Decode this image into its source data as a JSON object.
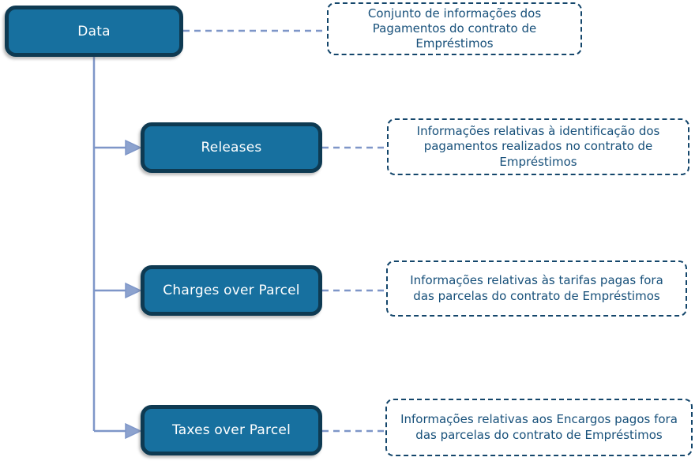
{
  "diagram": {
    "title_node": "Data",
    "nodes": [
      {
        "id": "data",
        "label": "Data",
        "note": "Conjunto de informações dos Pagamentos do contrato de Empréstimos"
      },
      {
        "id": "releases",
        "label": "Releases",
        "note": "Informações relativas à identificação dos pagamentos realizados no contrato de Empréstimos"
      },
      {
        "id": "charges-over-parcel",
        "label": "Charges over Parcel",
        "note": "Informações relativas às tarifas pagas fora das parcelas do contrato de Empréstimos"
      },
      {
        "id": "taxes-over-parcel",
        "label": "Taxes over Parcel",
        "note": "Informações relativas aos Encargos pagos fora das parcelas do contrato de Empréstimos"
      }
    ]
  },
  "colors": {
    "node_fill": "#17709F",
    "node_border": "#0E3A52",
    "node_text": "#FFFFFF",
    "note_border": "#14466B",
    "note_text": "#17507A",
    "connector": "#7E96C8",
    "connector_light": "#8CA2CE",
    "background": "#FFFFFF"
  }
}
